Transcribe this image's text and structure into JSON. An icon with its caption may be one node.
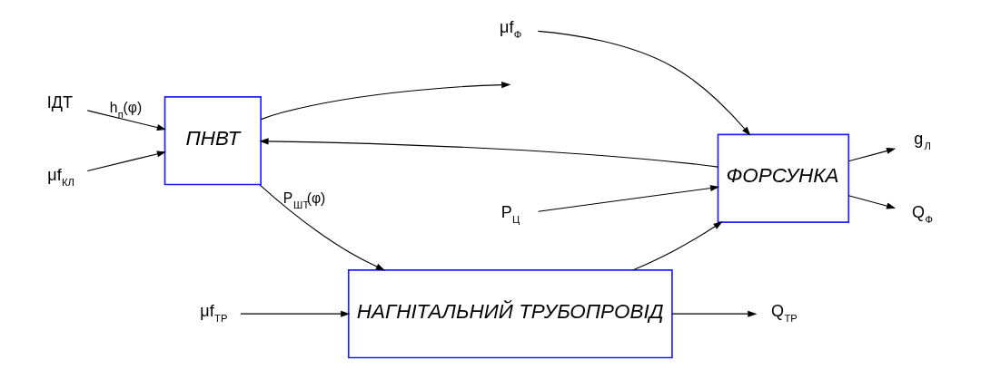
{
  "diagram": {
    "nodes": [
      {
        "text": [
          "ПНВТ"
        ]
      },
      {
        "text": [
          "НАГНІТАЛЬНИЙ ТРУБОПРОВІД"
        ]
      },
      {
        "text": [
          "ФОРСУНКА"
        ]
      },
      {
        "text": [
          "ІДТ"
        ]
      },
      {
        "text": [
          "μf$_{КЛ}$"
        ]
      },
      {
        "text": [
          "μf$_{ТР}$"
        ]
      },
      {
        "text": [
          "μf$_{Ф}$"
        ]
      },
      {
        "text": [
          "P$_{Ц}$"
        ]
      },
      {
        "text": [
          "Q$_{ТР}$"
        ]
      },
      {
        "text": [
          "g$_{Л}$"
        ]
      },
      {
        "text": [
          "Q$_{Ф}$"
        ]
      }
    ],
    "edges": [
      {
        "from": 3,
        "to": 0,
        "arrow": "to",
        "label": "h$_{п}$(φ)"
      },
      {
        "from": 4,
        "to": 0,
        "arrow": "to"
      },
      {
        "from": 2,
        "to": 0,
        "arrow": "to"
      },
      {
        "from": 0,
        "to": null,
        "arrow": "to"
      },
      {
        "from": 0,
        "to": 1,
        "arrow": "to",
        "label": "P$_{ШТ}$(φ)"
      },
      {
        "from": 5,
        "to": 1,
        "arrow": "to"
      },
      {
        "from": 1,
        "to": 8,
        "arrow": "to"
      },
      {
        "from": 1,
        "to": 2,
        "arrow": "to"
      },
      {
        "from": 6,
        "to": 2,
        "arrow": "to"
      },
      {
        "from": 7,
        "to": 2,
        "arrow": "to"
      },
      {
        "from": 2,
        "to": 9,
        "arrow": "to"
      },
      {
        "from": 2,
        "to": 10,
        "arrow": "to"
      }
    ]
  }
}
